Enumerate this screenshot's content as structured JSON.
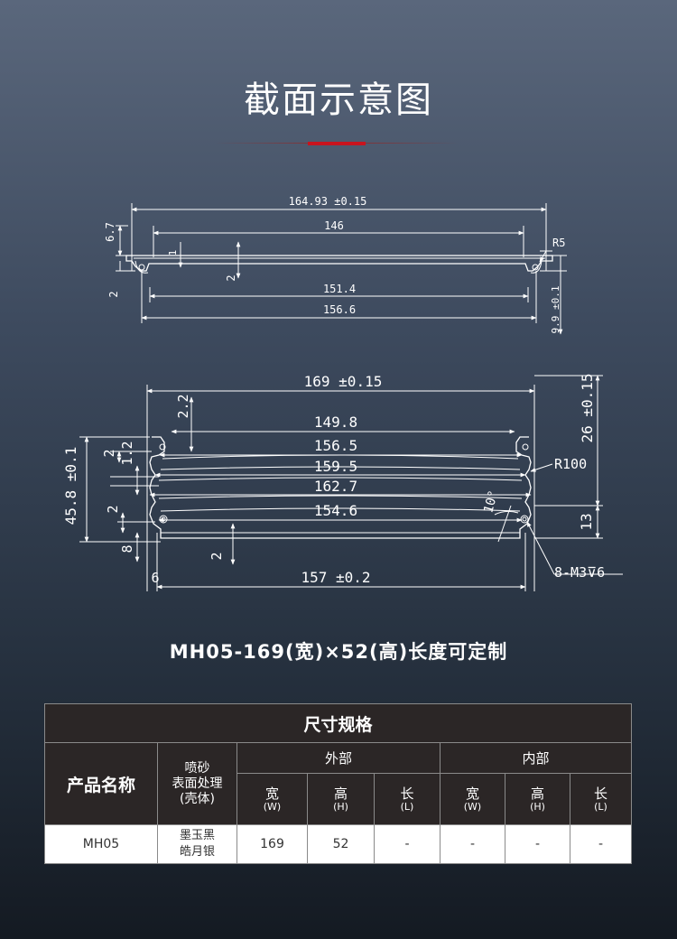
{
  "title": "截面示意图",
  "drawing1": {
    "total_width": "164.93 ±0.15",
    "inner_146": "146",
    "radius_r5": "R5",
    "height_6_7": "6.7",
    "dim_1": "1",
    "dim_2_center": "2",
    "dim_2_left": "2",
    "width_151_4": "151.4",
    "width_156_6": "156.6",
    "height_9_9": "9.9 ±0.1"
  },
  "drawing2": {
    "total_width": "169 ±0.15",
    "height_26": "26 ±0.15",
    "dim_2_2": "2.2",
    "width_149_8": "149.8",
    "width_156_5": "156.5",
    "width_159_5": "159.5",
    "width_162_7": "162.7",
    "width_154_6": "154.6",
    "radius_r100": "R100",
    "height_45_8": "45.8 ±0.1",
    "dim_2_a": "2",
    "dim_1_2": "1.2",
    "dim_2_b": "2",
    "dim_8": "8",
    "dim_2_bottom": "2",
    "dim_6": "6",
    "width_157": "157 ±0.2",
    "angle_10": "10°",
    "height_13": "13",
    "thread": "8-M3⊽6"
  },
  "product_caption": "MH05-169(宽)×52(高)长度可定制",
  "spec_table": {
    "title": "尺寸规格",
    "col_product_name": "产品名称",
    "col_finish_1": "喷砂",
    "col_finish_2": "表面处理",
    "col_finish_3": "(壳体)",
    "group_outer": "外部",
    "group_inner": "内部",
    "outer_w": "宽",
    "outer_w_sub": "(W)",
    "outer_h": "高",
    "outer_h_sub": "(H)",
    "outer_l": "长",
    "outer_l_sub": "(L)",
    "inner_w": "宽",
    "inner_w_sub": "(W)",
    "inner_h": "高",
    "inner_h_sub": "(H)",
    "inner_l": "长",
    "inner_l_sub": "(L)",
    "row": {
      "name": "MH05",
      "finish_1": "墨玉黑",
      "finish_2": "皓月银",
      "outer_w": "169",
      "outer_h": "52",
      "outer_l": "-",
      "inner_w": "-",
      "inner_h": "-",
      "inner_l": "-"
    }
  }
}
